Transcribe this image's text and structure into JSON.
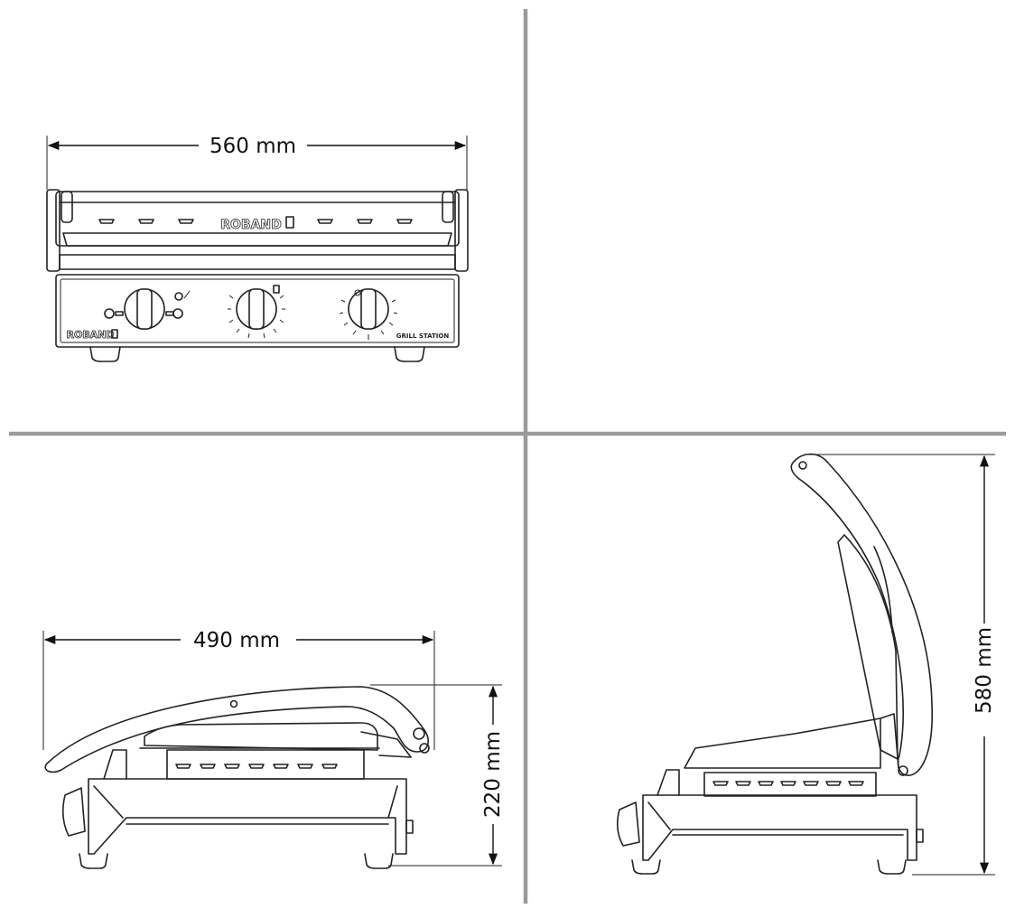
{
  "dimensions": {
    "width": "560 mm",
    "depth": "490 mm",
    "height_closed": "220 mm",
    "height_open": "580 mm"
  },
  "labels": {
    "brand_lid": "ROBAND",
    "brand_base": "ROBAND",
    "model": "GRILL STATION"
  }
}
